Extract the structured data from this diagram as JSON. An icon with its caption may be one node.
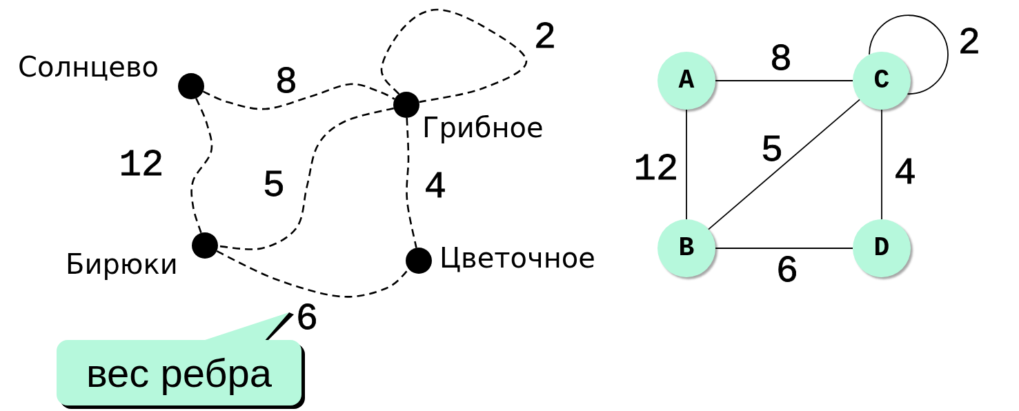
{
  "diagram": {
    "nodes": [
      {
        "text": [],
        "shape": "circle",
        "beside": [
          "Солнцево"
        ]
      },
      {
        "text": [],
        "shape": "circle",
        "beside": [
          "Грибное"
        ]
      },
      {
        "text": [],
        "shape": "circle",
        "beside": [
          "Бирюки"
        ]
      },
      {
        "text": [],
        "shape": "circle",
        "beside": [
          "Цветочное"
        ]
      },
      {
        "text": [
          "A"
        ]
      },
      {
        "text": [
          "C"
        ]
      },
      {
        "text": [
          "B"
        ]
      },
      {
        "text": [
          "D"
        ]
      },
      {
        "text": [
          "вес ребра"
        ]
      }
    ],
    "edges": [
      {
        "from": 0,
        "to": 1,
        "arrow": "none",
        "label": "8",
        "style": "dashed"
      },
      {
        "from": 0,
        "to": 2,
        "arrow": "none",
        "label": "12",
        "style": "dashed"
      },
      {
        "from": 1,
        "to": 1,
        "arrow": "none",
        "label": "2",
        "style": "dashed"
      },
      {
        "from": 1,
        "to": 2,
        "arrow": "none",
        "label": "5",
        "style": "dashed"
      },
      {
        "from": 1,
        "to": 3,
        "arrow": "none",
        "label": "4",
        "style": "dashed"
      },
      {
        "from": 2,
        "to": 3,
        "arrow": "none",
        "label": "6",
        "style": "dashed"
      },
      {
        "from": 4,
        "to": 5,
        "arrow": "none",
        "label": "8"
      },
      {
        "from": 4,
        "to": 6,
        "arrow": "none",
        "label": "12"
      },
      {
        "from": 6,
        "to": 5,
        "arrow": "none",
        "label": "5"
      },
      {
        "from": 5,
        "to": 5,
        "arrow": "none",
        "label": "2"
      },
      {
        "from": 5,
        "to": 7,
        "arrow": "none",
        "label": "4"
      },
      {
        "from": 6,
        "to": 7,
        "arrow": "none",
        "label": "6"
      }
    ]
  }
}
